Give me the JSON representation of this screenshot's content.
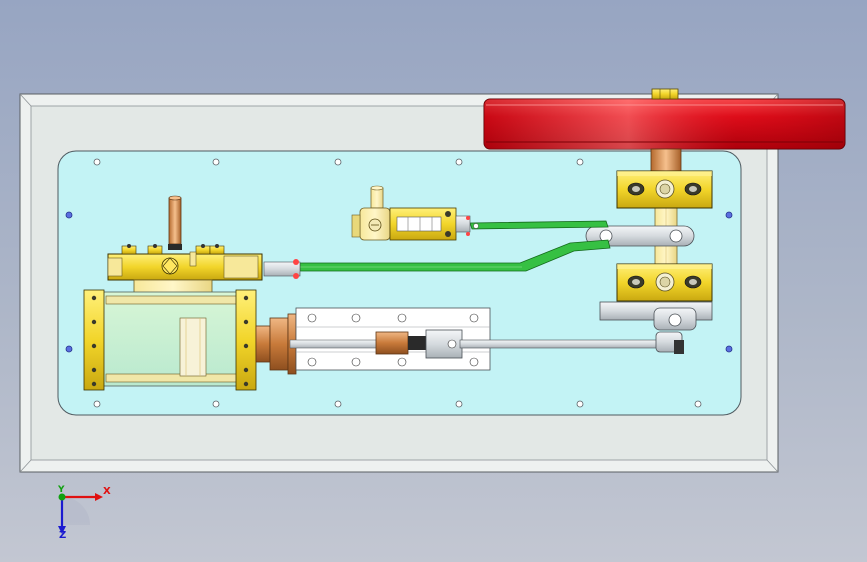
{
  "viewport": {
    "background_top": "#97a5c2",
    "background_bottom": "#c3c7d2"
  },
  "colors": {
    "base_plate": "#e8ecea",
    "top_plate": "#bff2f4",
    "flywheel": "#e0101c",
    "brass": "#f2dc2a",
    "copper": "#c87a3a",
    "green_rod": "#2fb23a",
    "steel": "#d8dde2"
  },
  "triad": {
    "x_label": "X",
    "y_label": "Y",
    "z_label": "Z",
    "x_color": "#e01010",
    "y_color": "#10a010",
    "z_color": "#1a1ad0"
  }
}
